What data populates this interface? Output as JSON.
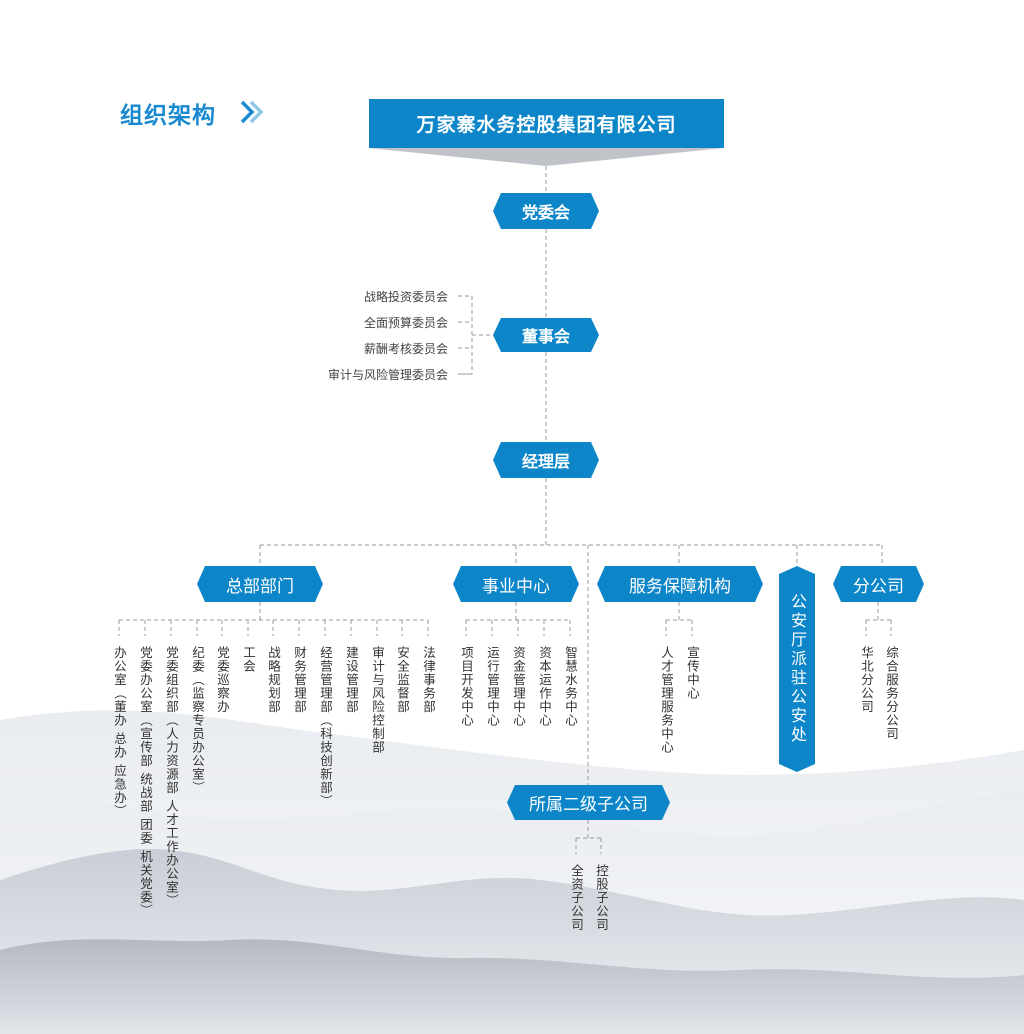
{
  "section_title": "组织架构",
  "company": "万家寨水务控股集团有限公司",
  "party_committee": "党委会",
  "board": "董事会",
  "committees": [
    "战略投资委员会",
    "全面预算委员会",
    "薪酬考核委员会",
    "审计与风险管理委员会"
  ],
  "management": "经理层",
  "branches": {
    "hq": {
      "label": "总部部门",
      "items": [
        "办公室（董办 总办 应急办）",
        "党委办公室（宣传部 统战部 团委 机关党委）",
        "党委组织部（人力资源部 人才工作办公室）",
        "纪委（监察专员办公室）",
        "党委巡察办",
        "工会",
        "战略规划部",
        "财务管理部",
        "经营管理部（科技创新部）",
        "建设管理部",
        "审计与风险控制部",
        "安全监督部",
        "法律事务部"
      ]
    },
    "business": {
      "label": "事业中心",
      "items": [
        "项目开发中心",
        "运行管理中心",
        "资金管理中心",
        "资本运作中心",
        "智慧水务中心"
      ]
    },
    "service": {
      "label": "服务保障机构",
      "items": [
        "人才管理服务中心",
        "宣传中心"
      ]
    },
    "police": {
      "label": "公安厅派驻公安处"
    },
    "branch_company": {
      "label": "分公司",
      "items": [
        "华北分公司",
        "综合服务分公司"
      ]
    },
    "subsidiaries": {
      "label": "所属二级子公司",
      "items": [
        "全资子公司",
        "控股子公司"
      ]
    }
  },
  "colors": {
    "primary": "#0d86c9",
    "title": "#1a8ad0",
    "line": "#999999"
  }
}
